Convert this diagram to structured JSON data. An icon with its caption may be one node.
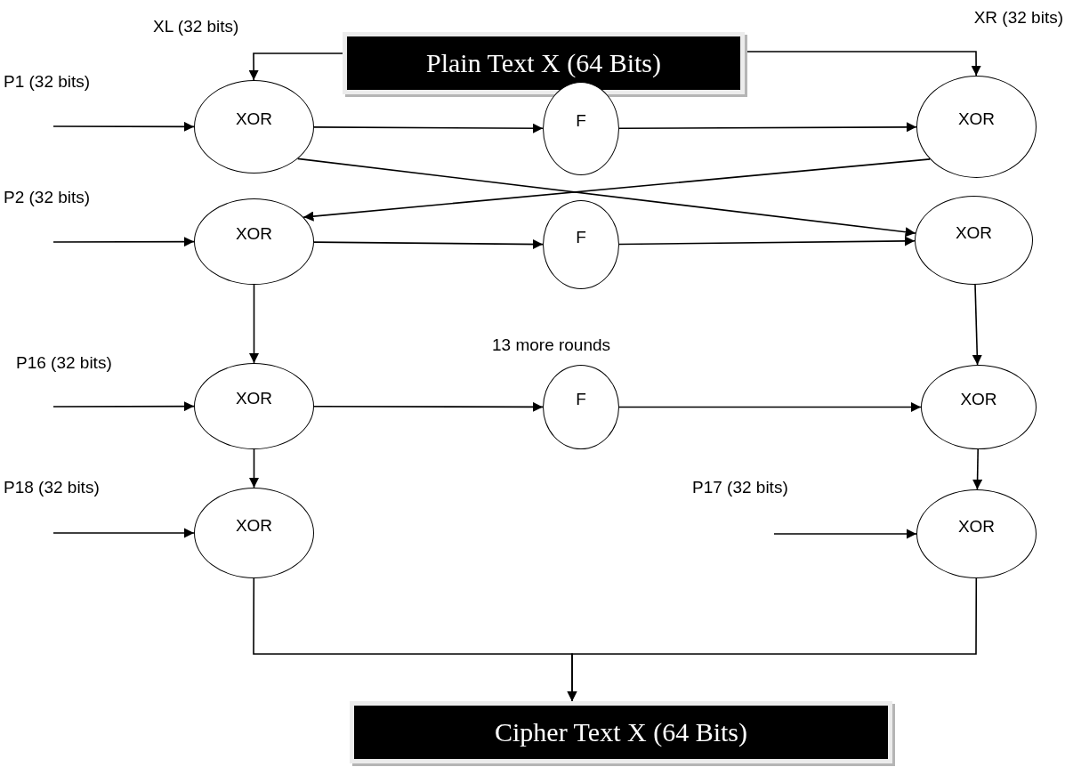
{
  "diagram": {
    "nodes": [
      {
        "text": [
          "Plain Text X (64 Bits)"
        ]
      },
      {
        "text": [
          "XOR"
        ]
      },
      {
        "text": [
          "F"
        ]
      },
      {
        "text": [
          "XOR"
        ]
      },
      {
        "text": [
          "XOR"
        ]
      },
      {
        "text": [
          "F"
        ]
      },
      {
        "text": [
          "XOR"
        ]
      },
      {
        "text": [
          "XOR"
        ]
      },
      {
        "text": [
          "F"
        ]
      },
      {
        "text": [
          "XOR"
        ]
      },
      {
        "text": [
          "XOR"
        ]
      },
      {
        "text": [
          "XOR"
        ]
      },
      {
        "text": [
          "Cipher Text X (64 Bits)"
        ]
      }
    ],
    "edges": [
      {
        "from": 0,
        "to": 1,
        "arrow": "to"
      },
      {
        "from": 0,
        "to": 3,
        "arrow": "to"
      },
      {
        "from": null,
        "to": 1,
        "arrow": "to"
      },
      {
        "from": 1,
        "to": 2,
        "arrow": "to"
      },
      {
        "from": 2,
        "to": 3,
        "arrow": "to"
      },
      {
        "from": 1,
        "to": 6,
        "arrow": "to"
      },
      {
        "from": 3,
        "to": 4,
        "arrow": "to"
      },
      {
        "from": null,
        "to": 4,
        "arrow": "to"
      },
      {
        "from": 4,
        "to": 5,
        "arrow": "to"
      },
      {
        "from": 5,
        "to": 6,
        "arrow": "to"
      },
      {
        "from": 4,
        "to": 7,
        "arrow": "to"
      },
      {
        "from": 6,
        "to": 9,
        "arrow": "to"
      },
      {
        "from": null,
        "to": 7,
        "arrow": "to"
      },
      {
        "from": 7,
        "to": 8,
        "arrow": "to"
      },
      {
        "from": 8,
        "to": 9,
        "arrow": "to"
      },
      {
        "from": 7,
        "to": 10,
        "arrow": "to"
      },
      {
        "from": 9,
        "to": 11,
        "arrow": "to"
      },
      {
        "from": null,
        "to": 10,
        "arrow": "to"
      },
      {
        "from": null,
        "to": 11,
        "arrow": "to"
      },
      {
        "from": 10,
        "to": 12,
        "arrow": "to"
      },
      {
        "from": 11,
        "to": 12,
        "arrow": "to"
      }
    ],
    "labels": [
      "XL (32 bits)",
      "XR (32 bits)",
      "P1 (32 bits)",
      "P2 (32 bits)",
      "13 more rounds",
      "P16 (32 bits)",
      "P18 (32 bits)",
      "P17 (32 bits)"
    ]
  }
}
